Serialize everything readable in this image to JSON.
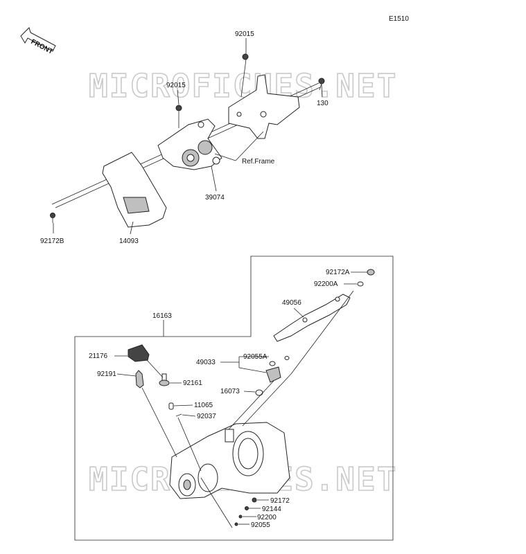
{
  "diagram_code": "E1510",
  "direction_label": "FRONT",
  "watermark": "MICROFICHES.NET",
  "upper_labels": {
    "p92015_a": "92015",
    "p92015_b": "92015",
    "p130": "130",
    "ref_frame": "Ref.Frame",
    "p39074": "39074",
    "p92172b": "92172B",
    "p14093": "14093"
  },
  "lower_labels": {
    "p16163": "16163",
    "p92172a": "92172A",
    "p92200a": "92200A",
    "p49056": "49056",
    "p21176": "21176",
    "p49033": "49033",
    "p92055a": "92055A",
    "p92191": "92191",
    "p92161": "92161",
    "p16073": "16073",
    "p11065": "11065",
    "p92037": "92037",
    "p92172": "92172",
    "p92144": "92144",
    "p92200": "92200",
    "p92055": "92055"
  }
}
